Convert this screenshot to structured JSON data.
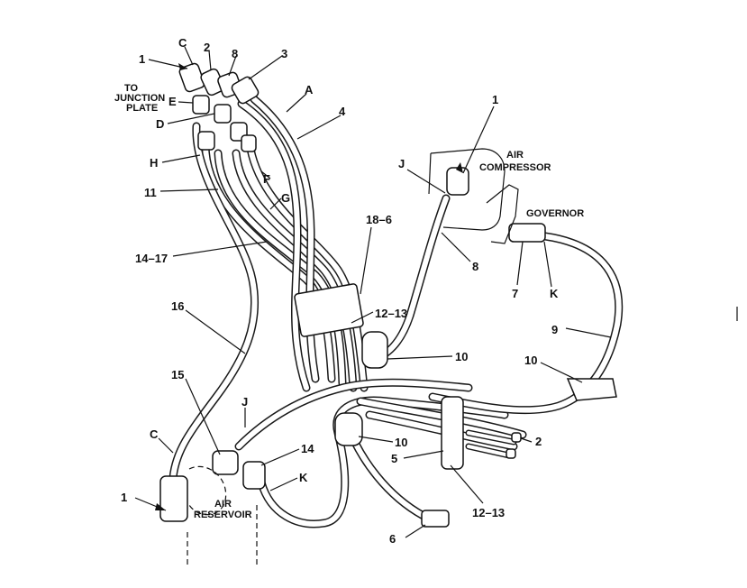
{
  "labels": {
    "c_top": "C",
    "one_top": "1",
    "two_top": "2",
    "eight": "8",
    "three": "3",
    "a": "A",
    "four": "4",
    "to_junction_plate": [
      "TO",
      "JUNCTION",
      "PLATE"
    ],
    "e": "E",
    "d": "D",
    "h": "H",
    "eleven": "11",
    "f": "F",
    "g": "G",
    "fourteen_seventeen": "14–17",
    "sixteen": "16",
    "fifteen": "15",
    "j_left": "J",
    "c_left": "C",
    "one_left": "1",
    "air_reservoir": [
      "AIR",
      "RESERVOIR"
    ],
    "fourteen": "14",
    "k_low": "K",
    "eighteen_six": "18–6",
    "twelve_thirteen_mid": "12–13",
    "ten_mid": "10",
    "ten_low": "10",
    "five": "5",
    "twelve_thirteen_low": "12–13",
    "six": "6",
    "two_right": "2",
    "one_compressor": "1",
    "air_compressor": [
      "AIR",
      "COMPRESSOR"
    ],
    "j_compressor": "J",
    "eight_right": "8",
    "governor": "GOVERNOR",
    "seven": "7",
    "k_right": "K",
    "nine": "9",
    "ten_right": "10"
  }
}
